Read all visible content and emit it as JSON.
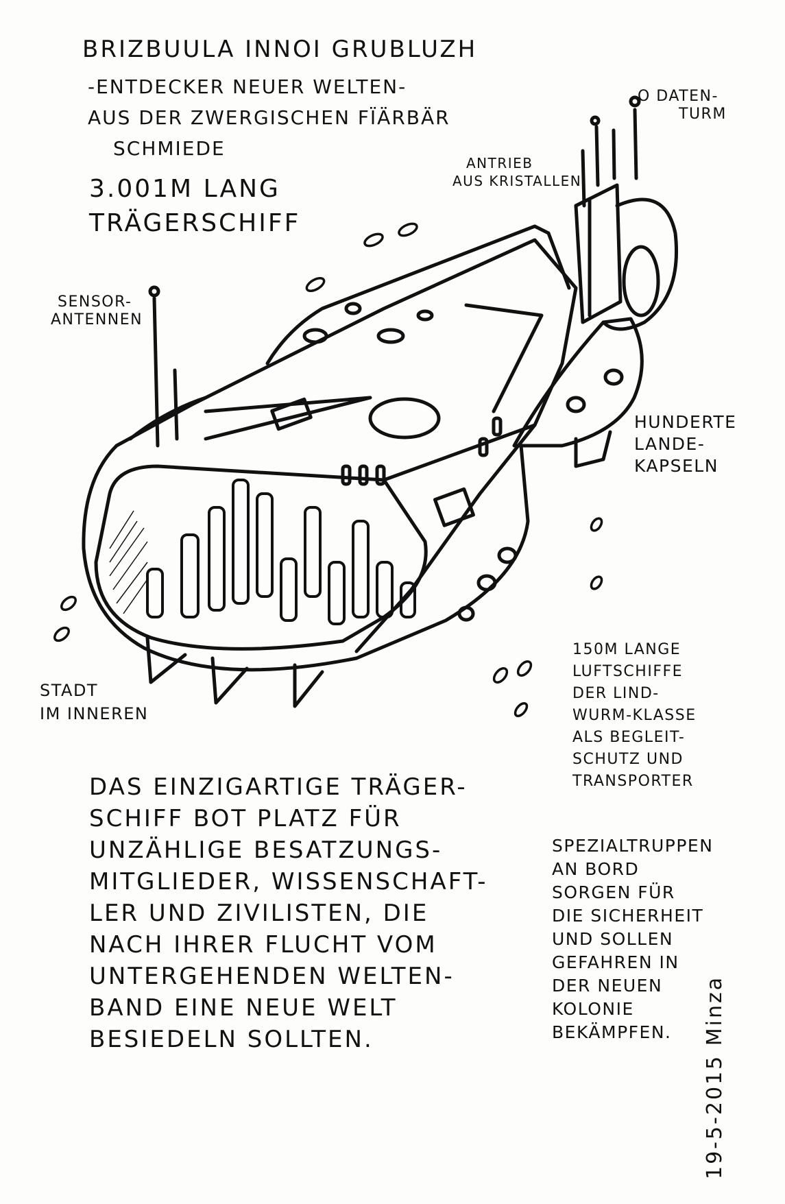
{
  "header": {
    "title": "Brizbuula Innoi Grubluzh",
    "subtitle_lines": [
      "-Entdecker neuer Welten-",
      "aus der zwergischen Fïärbär",
      "Schmiede"
    ],
    "length": "3.001m lang",
    "ship_type": "Trägerschiff"
  },
  "labels": {
    "datenturm": [
      "o Daten-",
      "turm"
    ],
    "antrieb": [
      "Antrieb",
      "aus Kristallen"
    ],
    "sensor": [
      "Sensor-",
      "antennen"
    ],
    "landekapseln": [
      "Hunderte",
      "Lande-",
      "kapseln"
    ],
    "stadt": [
      "Stadt",
      "im Inneren"
    ],
    "luftschiffe": [
      "150m lange",
      "Luftschiffe",
      "der Lind-",
      "wurm-Klasse",
      "als Begleit-",
      "schutz und",
      "Transporter"
    ]
  },
  "description": [
    "Das einzigartige Träger-",
    "schiff bot Platz für",
    "unzählige Besatzungs-",
    "mitglieder, Wissenschaft-",
    "ler und Zivilisten, die",
    "nach ihrer Flucht vom",
    "untergehenden Welten-",
    "band eine neue Welt",
    "besiedeln sollten."
  ],
  "side_note": [
    "Spezialtruppen",
    "an Bord",
    "sorgen für",
    "die Sicherheit",
    "und sollen",
    "Gefahren in",
    "der neuen",
    "Kolonie",
    "bekämpfen."
  ],
  "signature": "19-5-2015 Minza",
  "colors": {
    "ink": "#111111",
    "paper": "#fdfdfc"
  }
}
